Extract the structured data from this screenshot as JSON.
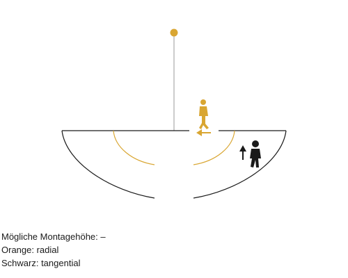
{
  "captions": {
    "mounting_height": "Mögliche Montagehöhe:  –",
    "orange_legend": "Orange: radial",
    "black_legend": "Schwarz: tangential"
  },
  "colors": {
    "radial": "#d9a632",
    "tangential": "#1a1a1a",
    "pole": "#9a9a9a"
  },
  "icons": {
    "sensor": "sensor-dot-icon",
    "radial_walker": "walking-person-icon",
    "radial_direction": "arrow-left-icon",
    "tangential_walker": "walking-person-icon",
    "tangential_direction": "arrow-up-icon"
  }
}
